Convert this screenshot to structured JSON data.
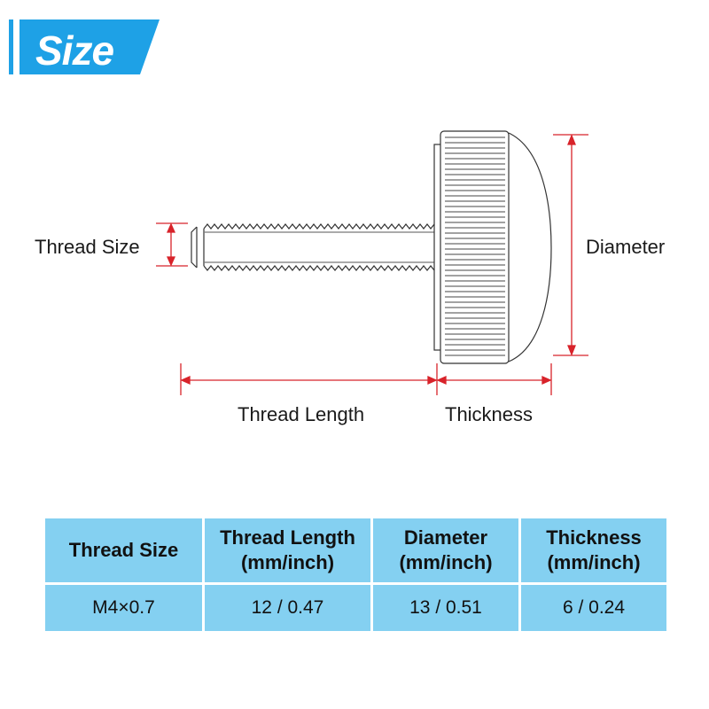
{
  "banner": {
    "title": "Size",
    "color": "#1ea1e6"
  },
  "dimension_color": "#d8232a",
  "labels": {
    "thread_size": "Thread Size",
    "diameter": "Diameter",
    "thread_length": "Thread Length",
    "thickness": "Thickness"
  },
  "table": {
    "header_color": "#84d0f1",
    "headers": [
      {
        "line1": "Thread Size",
        "line2": ""
      },
      {
        "line1": "Thread Length",
        "line2": "(mm/inch)"
      },
      {
        "line1": "Diameter",
        "line2": "(mm/inch)"
      },
      {
        "line1": "Thickness",
        "line2": "(mm/inch)"
      }
    ],
    "rows": [
      [
        "M4×0.7",
        "12 / 0.47",
        "13 / 0.51",
        "6 / 0.24"
      ]
    ]
  }
}
